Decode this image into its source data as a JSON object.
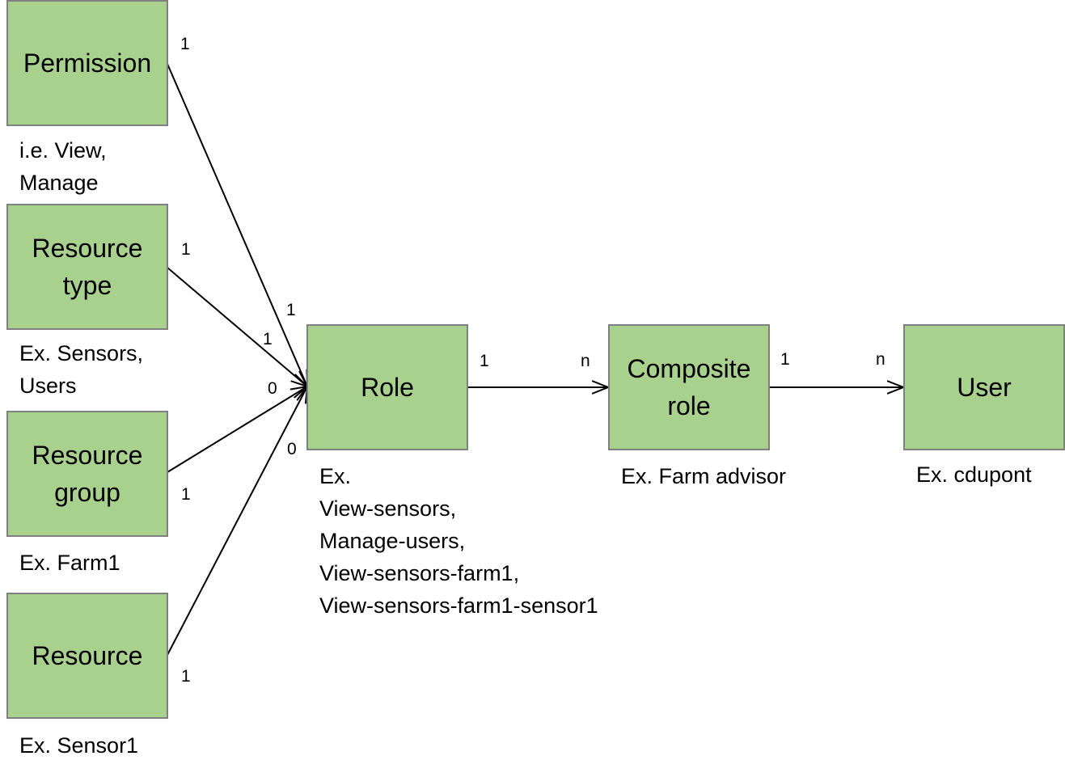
{
  "colors": {
    "box_fill": "#a9d18e",
    "box_border": "#7f7f7f",
    "line": "#000000"
  },
  "boxes": {
    "permission": "Permission",
    "resource_type": "Resource\ntype",
    "resource_group": "Resource\ngroup",
    "resource": "Resource",
    "role": "Role",
    "composite_role": "Composite\nrole",
    "user": "User"
  },
  "notes": {
    "permission": "i.e. View,\nManage",
    "resource_type": "Ex. Sensors,\nUsers",
    "resource_group": "Ex. Farm1",
    "resource": "Ex. Sensor1",
    "role": "Ex.\nView-sensors,\nManage-users,\nView-sensors-farm1,\nView-sensors-farm1-sensor1",
    "composite_role": "Ex. Farm advisor",
    "user": "Ex. cdupont"
  },
  "multiplicities": {
    "permission_source": "1",
    "permission_target": "1",
    "resource_type_source": "1",
    "resource_type_target": "1",
    "resource_group_source": "1",
    "resource_group_target": "0",
    "resource_source": "1",
    "resource_target": "0",
    "role_source": "1",
    "composite_target": "n",
    "composite_source": "1",
    "user_target": "n"
  }
}
